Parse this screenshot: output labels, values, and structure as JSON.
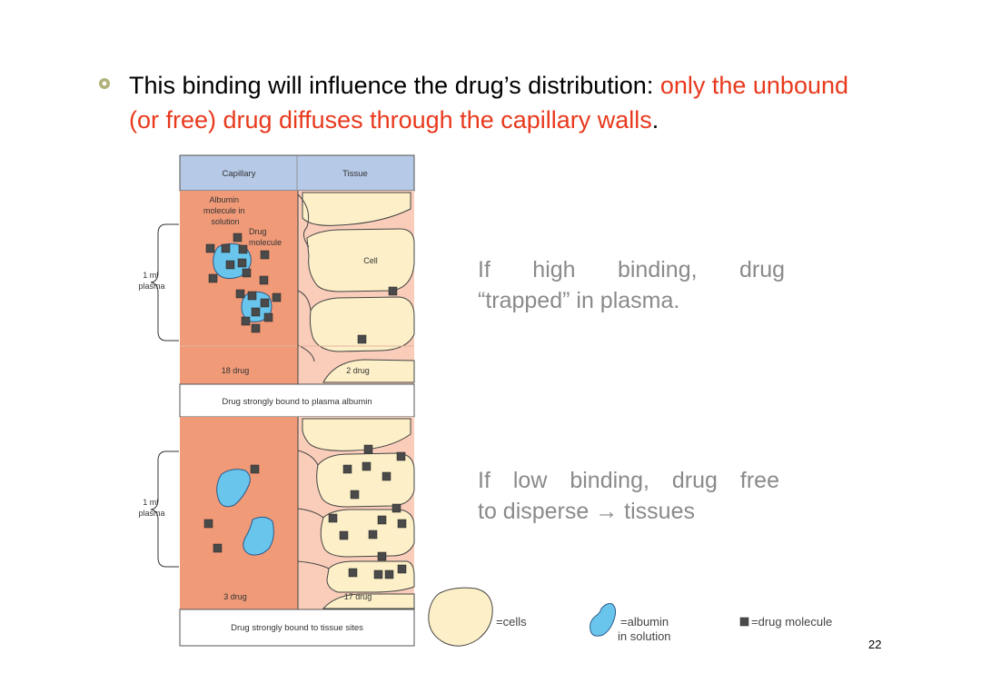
{
  "slide": {
    "bullet_prefix": "This binding will influence the drug’s distribution: ",
    "bullet_highlight": "only the unbound (or free) drug diffuses through the capillary walls",
    "bullet_suffix": ".",
    "high_binding_line1": "If high binding, drug",
    "high_binding_line2": "“trapped” in plasma.",
    "low_binding_line1": "If low binding, drug free",
    "low_binding_line2": "to disperse → tissues",
    "page_number": "22"
  },
  "diagram": {
    "header_capillary": "Capillary",
    "header_tissue": "Tissue",
    "top": {
      "albumin_label_1": "Albumin",
      "albumin_label_2": "molecule in",
      "albumin_label_3": "solution",
      "drug_label_1": "Drug",
      "drug_label_2": "molecule",
      "cell_label": "Cell",
      "volume_1": "1 ml",
      "volume_2": "plasma",
      "capillary_count": "18 drug",
      "tissue_count": "2 drug",
      "caption": "Drug strongly bound to plasma albumin"
    },
    "bottom": {
      "volume_1": "1 ml",
      "volume_2": "plasma",
      "capillary_count": "3 drug",
      "tissue_count": "17 drug",
      "caption": "Drug strongly bound to tissue sites"
    }
  },
  "legend": {
    "cells": "=cells",
    "albumin_1": "=albumin",
    "albumin_2": "in solution",
    "drug": "=drug molecule"
  },
  "colors": {
    "capillary": "#f09a78",
    "tissue_bg": "#f9cdb9",
    "cell": "#fdf0c8",
    "albumin": "#69c5ec",
    "drug": "#4a4a4a",
    "header": "#b6c9e6",
    "highlight": "#e8391d"
  }
}
